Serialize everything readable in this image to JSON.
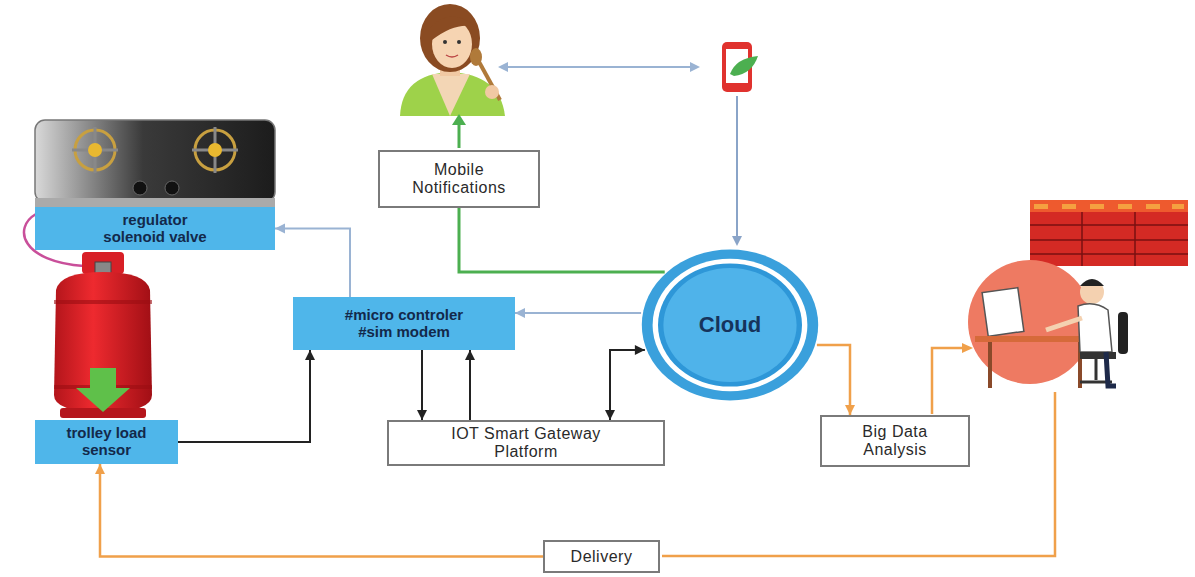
{
  "diagram": {
    "nodes": [
      {
        "text": [
          "regulator solenoid valve"
        ]
      },
      {
        "text": [
          "trolley load sensor"
        ]
      },
      {
        "text": [
          "#micro controler #sim modem"
        ]
      },
      {
        "text": [
          "Mobile Notifications"
        ]
      },
      {
        "text": [
          "Cloud"
        ]
      },
      {
        "text": [
          "IOT Smart Gateway Platform"
        ]
      },
      {
        "text": [
          "Big Data Analysis"
        ]
      },
      {
        "text": [
          "Delivery"
        ]
      }
    ],
    "edges": [
      {
        "from": 1,
        "to": 2,
        "arrow": "to"
      },
      {
        "from": 2,
        "to": 0,
        "arrow": "to"
      },
      {
        "from": 4,
        "to": 2,
        "arrow": "to"
      },
      {
        "from": 2,
        "to": 5,
        "arrow": "to"
      },
      {
        "from": 5,
        "to": 2,
        "arrow": "to"
      },
      {
        "from": 5,
        "to": 4,
        "arrow": "both"
      },
      {
        "from": 4,
        "to": 3,
        "arrow": "none"
      },
      {
        "from": 4,
        "to": 6,
        "arrow": "to"
      },
      {
        "from": 7,
        "to": 1,
        "arrow": "to"
      }
    ]
  }
}
